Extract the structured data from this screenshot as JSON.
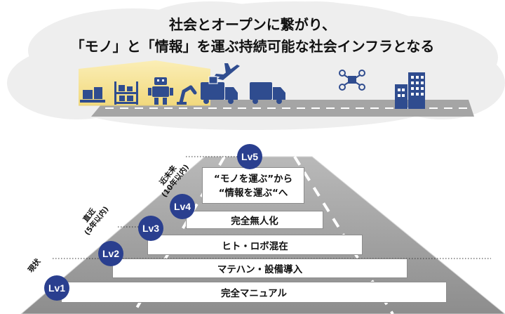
{
  "headline": {
    "line1": "社会とオープンに繋がり、",
    "line2": "「モノ」と「情報」を運ぶ持続可能な社会インフラとなる"
  },
  "levels": [
    {
      "badge": "Lv1",
      "label": "完全マニュアル"
    },
    {
      "badge": "Lv2",
      "label": "マテハン・設備導入"
    },
    {
      "badge": "Lv3",
      "label": "ヒト・ロボ混在"
    },
    {
      "badge": "Lv4",
      "label": "完全無人化"
    },
    {
      "badge": "Lv5",
      "label_line1": "“モノを運ぶ”から",
      "label_line2": "“情報を運ぶ“へ"
    }
  ],
  "timeline": {
    "current": "現状",
    "near_term_line1": "直近",
    "near_term_line2": "(5年以内)",
    "near_future_line1": "近未来",
    "near_future_line2": "(10年以内)"
  },
  "colors": {
    "badge": "#2a3f8f",
    "icons": "#2f4c8f",
    "road": "#9a9a9a",
    "cloud": "#eeeeee"
  },
  "icons": [
    "boxes-on-pallet-icon",
    "warehouse-shelf-icon",
    "robot-icon",
    "robot-arm-icon",
    "truck-with-parcel-icon",
    "airplane-icon",
    "truck-icon",
    "drone-icon",
    "building-icon"
  ]
}
